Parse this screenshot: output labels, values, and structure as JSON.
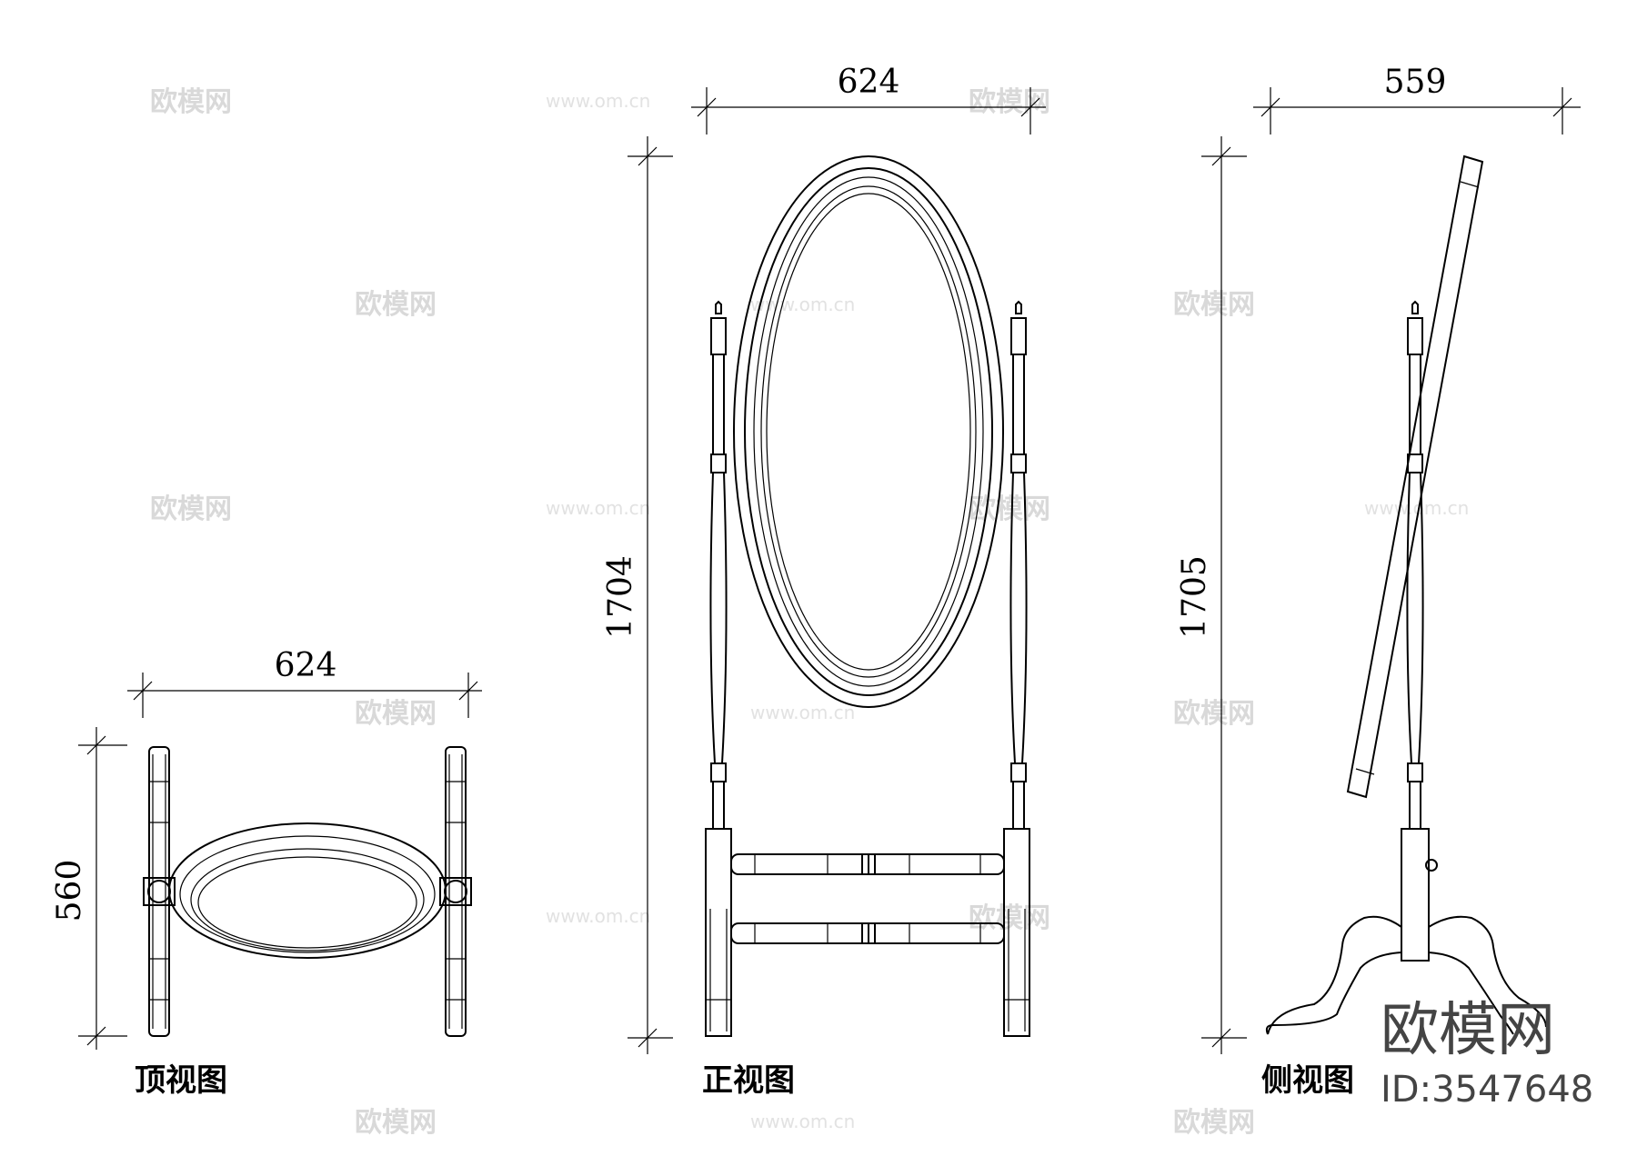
{
  "views": {
    "top": {
      "label": "顶视图",
      "width_dim": "624",
      "depth_dim": "560"
    },
    "front": {
      "label": "正视图",
      "width_dim": "624",
      "height_dim": "1704"
    },
    "side": {
      "label": "侧视图",
      "width_dim": "559",
      "height_dim": "1705"
    }
  },
  "watermark": {
    "brand": "欧模网",
    "url": "www.om.cn"
  },
  "branding": {
    "logo_text": "欧模网",
    "id_text": "ID:3547648"
  }
}
